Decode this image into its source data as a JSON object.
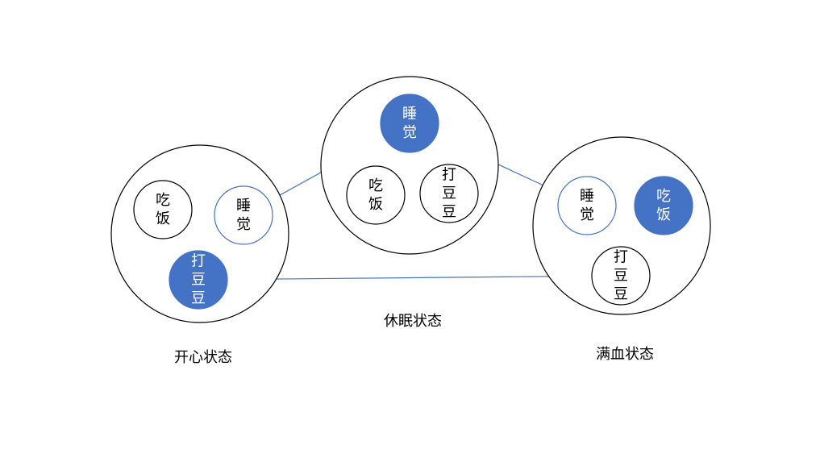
{
  "colors": {
    "stroke": "#000000",
    "accent": "#4472c4",
    "background": "#ffffff",
    "active_text": "#ffffff"
  },
  "states": [
    {
      "label": "开心状态",
      "actions": [
        {
          "id": "eat",
          "text": [
            "吃",
            "饭"
          ],
          "style": "plain"
        },
        {
          "id": "sleep",
          "text": [
            "睡",
            "觉"
          ],
          "style": "outline"
        },
        {
          "id": "play",
          "text": [
            "打",
            "豆",
            "豆"
          ],
          "style": "filled"
        }
      ]
    },
    {
      "label": "休眠状态",
      "actions": [
        {
          "id": "sleep",
          "text": [
            "睡",
            "觉"
          ],
          "style": "filled"
        },
        {
          "id": "eat",
          "text": [
            "吃",
            "饭"
          ],
          "style": "plain"
        },
        {
          "id": "play",
          "text": [
            "打",
            "豆",
            "豆"
          ],
          "style": "plain"
        }
      ]
    },
    {
      "label": "满血状态",
      "actions": [
        {
          "id": "sleep",
          "text": [
            "睡",
            "觉"
          ],
          "style": "outline"
        },
        {
          "id": "eat",
          "text": [
            "吃",
            "饭"
          ],
          "style": "filled"
        },
        {
          "id": "play",
          "text": [
            "打",
            "豆",
            "豆"
          ],
          "style": "plain"
        }
      ]
    }
  ],
  "transitions": [
    {
      "from_state": 0,
      "from_action": "sleep",
      "to_state": 1,
      "to_action": "sleep"
    },
    {
      "from_state": 2,
      "from_action": "sleep",
      "to_state": 1,
      "to_action": "sleep"
    },
    {
      "from_state": 2,
      "from_action": "play",
      "to_state": 0,
      "to_action": "play"
    }
  ]
}
